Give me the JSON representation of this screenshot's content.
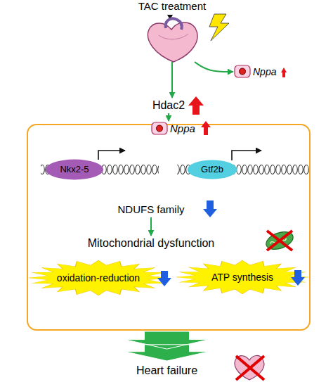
{
  "diagram": {
    "nodes": [
      {
        "text": [
          "TAC treatment"
        ]
      },
      {
        "text": [
          "Nppa"
        ]
      },
      {
        "text": [
          "Hdac2"
        ]
      },
      {
        "text": []
      },
      {
        "text": [
          "Nppa"
        ],
        "in": 3
      },
      {
        "text": [
          "Nkx2-5"
        ],
        "in": 3
      },
      {
        "text": [
          "Gtf2b"
        ],
        "in": 3
      },
      {
        "text": [
          "NDUFS family"
        ],
        "in": 3
      },
      {
        "text": [
          "Mitochondrial dysfunction"
        ],
        "in": 3
      },
      {
        "text": [
          "oxidation-reduction"
        ],
        "in": 3
      },
      {
        "text": [
          "ATP synthesis"
        ],
        "in": 3
      },
      {
        "text": [
          "Heart failure"
        ]
      }
    ],
    "edges": [
      {
        "from": 0,
        "to": 1,
        "arrow": "to"
      },
      {
        "from": 0,
        "to": 2,
        "arrow": "to"
      },
      {
        "from": 2,
        "to": 4,
        "arrow": "to"
      },
      {
        "from": 7,
        "to": 8,
        "arrow": "to"
      },
      {
        "from": 3,
        "to": 11,
        "arrow": "to"
      }
    ]
  }
}
